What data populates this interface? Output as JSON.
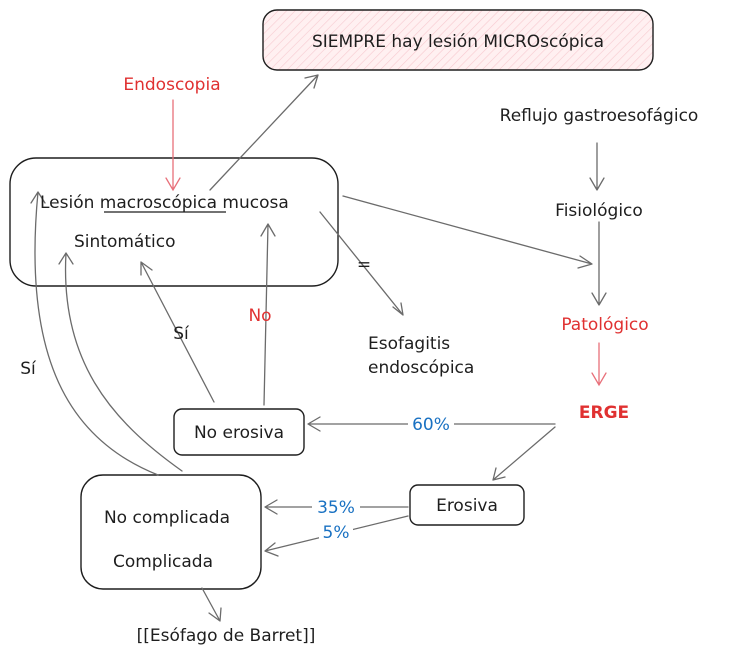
{
  "nodes": {
    "siempre": "SIEMPRE hay lesión MICROscópica",
    "endoscopia": "Endoscopia",
    "reflujo": "Reflujo gastroesofágico",
    "lesion": "Lesión macroscópica mucosa",
    "sintomatico": "Sintomático",
    "fisiologico": "Fisiológico",
    "patologico": "Patológico",
    "esofagitis_1": "Esofagitis",
    "esofagitis_2": "endoscópica",
    "erge": "ERGE",
    "no_erosiva": "No erosiva",
    "erosiva": "Erosiva",
    "no_complicada": "No complicada",
    "complicada": "Complicada",
    "barrett": "[[Esófago de Barret]]"
  },
  "edge_labels": {
    "si_1": "Sí",
    "si_2": "Sí",
    "no": "No",
    "equals": "=",
    "pct_60": "60%",
    "pct_35": "35%",
    "pct_5": "5%"
  },
  "colors": {
    "accent_red": "#e03131",
    "accent_blue": "#1971c2",
    "highlight_fill": "#ffe3e6"
  }
}
